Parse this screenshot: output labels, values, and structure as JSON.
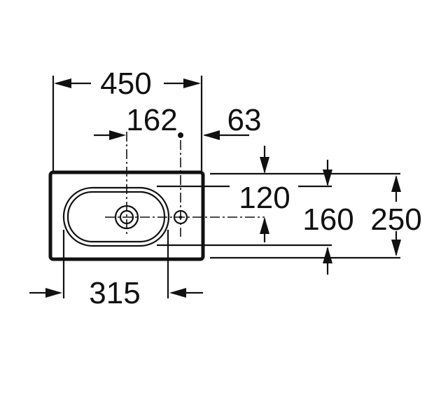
{
  "drawing": {
    "dimensions": {
      "overall_width": "450",
      "tap_offset": "162",
      "side_offset": "63",
      "bowl_width": "315",
      "tap_depth": "120",
      "bowl_depth": "160",
      "overall_depth": "250"
    },
    "colors": {
      "line": "#111111",
      "background": "#ffffff"
    }
  }
}
